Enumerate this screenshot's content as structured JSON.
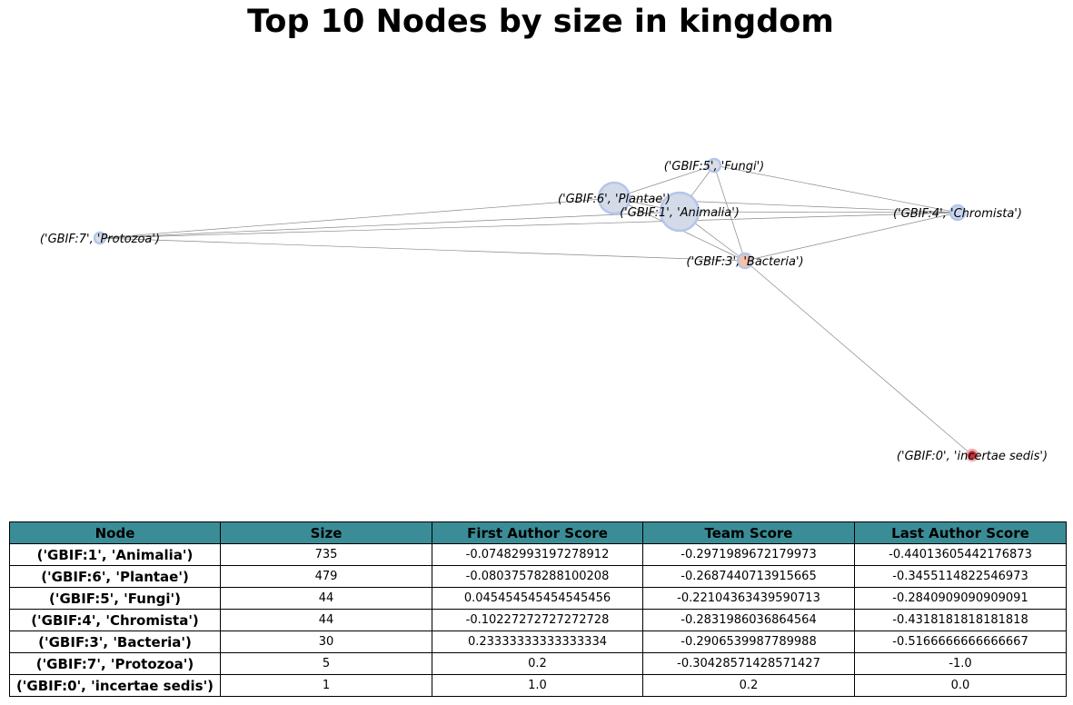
{
  "title": "Top 10 Nodes by size in kingdom",
  "graph": {
    "nodes": [
      {
        "id": "n1",
        "label": "('GBIF:1', 'Animalia')",
        "fill": "#d3dae8",
        "stroke": "#b3c6ea"
      },
      {
        "id": "n6",
        "label": "('GBIF:6', 'Plantae')",
        "fill": "#d3dae8",
        "stroke": "#b3c6ea"
      },
      {
        "id": "n5",
        "label": "('GBIF:5', 'Fungi')",
        "fill": "#dadde6",
        "stroke": "#b3c6ea"
      },
      {
        "id": "n4",
        "label": "('GBIF:4', 'Chromista')",
        "fill": "#c9d6f0",
        "stroke": "#b3c6ea"
      },
      {
        "id": "n3",
        "label": "('GBIF:3', 'Bacteria')",
        "fill": "#f2c2aa",
        "stroke": "#b3c6ea"
      },
      {
        "id": "n7",
        "label": "('GBIF:7', 'Protozoa')",
        "fill": "#dcdde6",
        "stroke": "#b3c6ea"
      },
      {
        "id": "n0",
        "label": "('GBIF:0', 'incertae sedis')",
        "fill": "#c0323d",
        "stroke": "#f0b0b0"
      }
    ],
    "edges": [
      [
        "n7",
        "n6"
      ],
      [
        "n7",
        "n1"
      ],
      [
        "n7",
        "n4"
      ],
      [
        "n7",
        "n3"
      ],
      [
        "n6",
        "n5"
      ],
      [
        "n6",
        "n1"
      ],
      [
        "n6",
        "n4"
      ],
      [
        "n6",
        "n3"
      ],
      [
        "n1",
        "n5"
      ],
      [
        "n1",
        "n4"
      ],
      [
        "n1",
        "n3"
      ],
      [
        "n5",
        "n4"
      ],
      [
        "n5",
        "n3"
      ],
      [
        "n3",
        "n4"
      ],
      [
        "n3",
        "n0"
      ]
    ]
  },
  "table": {
    "headers": [
      "Node",
      "Size",
      "First Author Score",
      "Team Score",
      "Last Author Score"
    ],
    "rows": [
      [
        "('GBIF:1', 'Animalia')",
        "735",
        "-0.07482993197278912",
        "-0.2971989672179973",
        "-0.44013605442176873"
      ],
      [
        "('GBIF:6', 'Plantae')",
        "479",
        "-0.08037578288100208",
        "-0.2687440713915665",
        "-0.3455114822546973"
      ],
      [
        "('GBIF:5', 'Fungi')",
        "44",
        "0.045454545454545456",
        "-0.22104363439590713",
        "-0.2840909090909091"
      ],
      [
        "('GBIF:4', 'Chromista')",
        "44",
        "-0.10227272727272728",
        "-0.2831986036864564",
        "-0.4318181818181818"
      ],
      [
        "('GBIF:3', 'Bacteria')",
        "30",
        "0.23333333333333334",
        "-0.2906539987789988",
        "-0.5166666666666667"
      ],
      [
        "('GBIF:7', 'Protozoa')",
        "5",
        "0.2",
        "-0.30428571428571427",
        "-1.0"
      ],
      [
        "('GBIF:0', 'incertae sedis')",
        "1",
        "1.0",
        "0.2",
        "0.0"
      ]
    ]
  }
}
